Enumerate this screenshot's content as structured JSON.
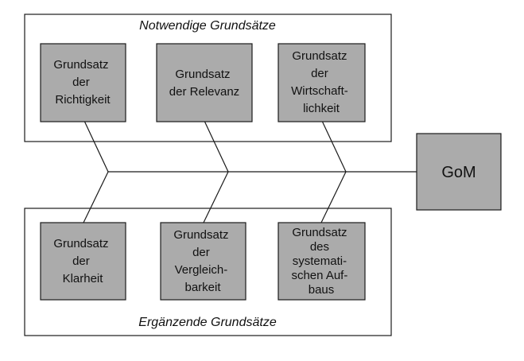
{
  "groups": {
    "top": {
      "title": "Notwendige Grundsätze",
      "nodes": [
        {
          "lines": [
            "Grundsatz",
            "der",
            "Richtigkeit"
          ]
        },
        {
          "lines": [
            "Grundsatz",
            "der Relevanz"
          ]
        },
        {
          "lines": [
            "Grundsatz",
            "der",
            "Wirtschaft-",
            "lichkeit"
          ]
        }
      ]
    },
    "bottom": {
      "title": "Ergänzende Grundsätze",
      "nodes": [
        {
          "lines": [
            "Grundsatz",
            "der",
            "Klarheit"
          ]
        },
        {
          "lines": [
            "Grundsatz",
            "der",
            "Vergleich-",
            "barkeit"
          ]
        },
        {
          "lines": [
            "Grundsatz",
            "des",
            "systemati-",
            "schen Auf-",
            "baus"
          ]
        }
      ]
    }
  },
  "goal": {
    "label": "GoM"
  }
}
